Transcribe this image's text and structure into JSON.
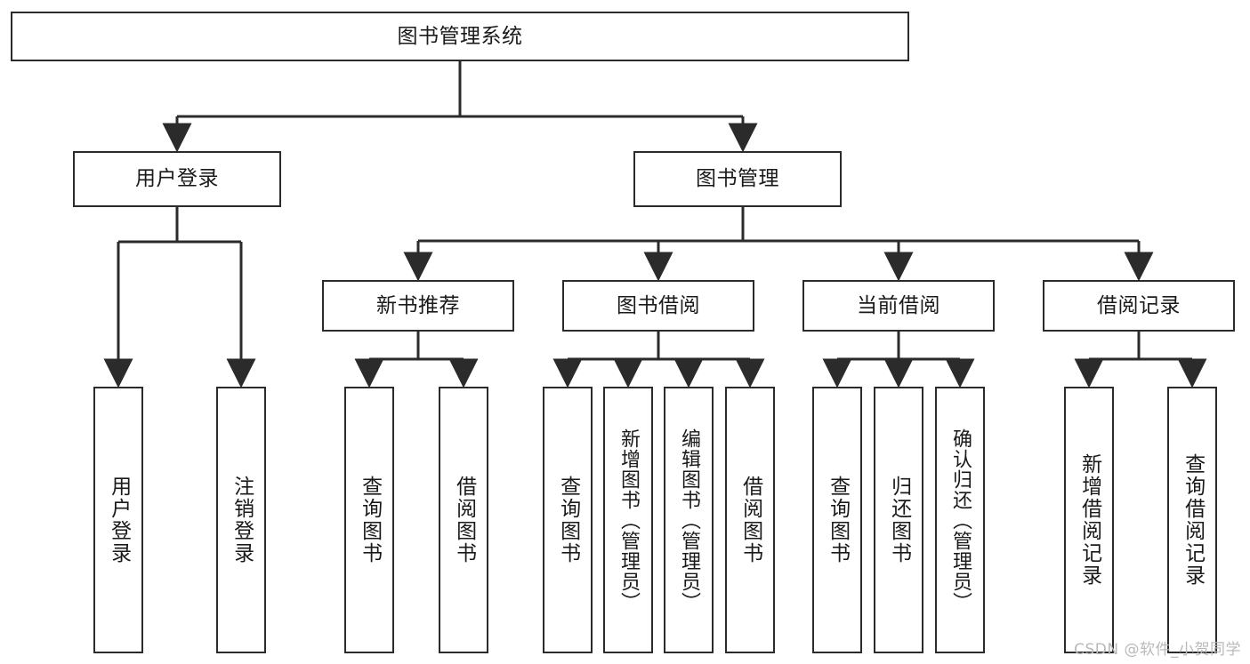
{
  "diagram": {
    "title": "图书管理系统",
    "type": "tree",
    "orientation": "top-down",
    "line_color": "#2b2b2b",
    "box_fill": "#ffffff",
    "text_color": "#1a1a1a",
    "nodes": {
      "root": {
        "label": "图书管理系统",
        "level": 0
      },
      "user_login": {
        "label": "用户登录",
        "level": 1
      },
      "book_manage": {
        "label": "图书管理",
        "level": 1
      },
      "new_book_rec": {
        "label": "新书推荐",
        "level": 2
      },
      "book_borrow": {
        "label": "图书借阅",
        "level": 2
      },
      "current_borrow": {
        "label": "当前借阅",
        "level": 2
      },
      "borrow_record": {
        "label": "借阅记录",
        "level": 2
      },
      "leaf_user_login": {
        "label": "用户登录",
        "level": 3
      },
      "leaf_logout": {
        "label": "注销登录",
        "level": 3
      },
      "leaf_query_book_1": {
        "label": "查询图书",
        "level": 3
      },
      "leaf_borrow_book_1": {
        "label": "借阅图书",
        "level": 3
      },
      "leaf_query_book_2": {
        "label": "查询图书",
        "level": 3
      },
      "leaf_add_book_admin": {
        "label": "新增图书（管理员）",
        "level": 3
      },
      "leaf_edit_book_admin": {
        "label": "编辑图书（管理员）",
        "level": 3
      },
      "leaf_borrow_book_2": {
        "label": "借阅图书",
        "level": 3
      },
      "leaf_query_book_3": {
        "label": "查询图书",
        "level": 3
      },
      "leaf_return_book": {
        "label": "归还图书",
        "level": 3
      },
      "leaf_confirm_return_admin": {
        "label": "确认归还（管理员）",
        "level": 3
      },
      "leaf_add_borrow_record": {
        "label": "新增借阅记录",
        "level": 3
      },
      "leaf_query_borrow_record": {
        "label": "查询借阅记录",
        "level": 3
      }
    }
  },
  "watermark": {
    "text": "CSDN @软件_小贺同学"
  }
}
